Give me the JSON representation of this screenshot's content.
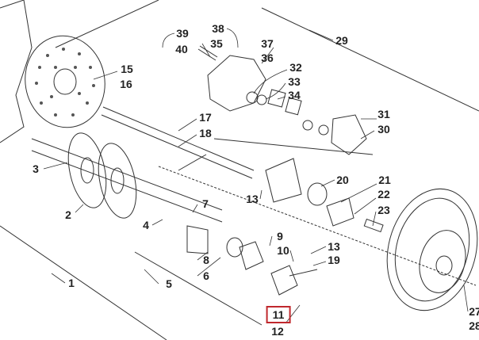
{
  "diagram": {
    "title": "Drive/Driven shaft and brake exploded parts diagram",
    "highlight_color": "#c0282d",
    "labels": [
      "39",
      "40",
      "38",
      "35",
      "37",
      "36",
      "29",
      "32",
      "33",
      "34",
      "15",
      "16",
      "31",
      "30",
      "17",
      "18",
      "3",
      "20",
      "21",
      "22",
      "23",
      "13",
      "7",
      "4",
      "2",
      "9",
      "10",
      "13",
      "19",
      "8",
      "6",
      "5",
      "1",
      "11",
      "12",
      "27",
      "28"
    ],
    "highlighted": "11"
  }
}
